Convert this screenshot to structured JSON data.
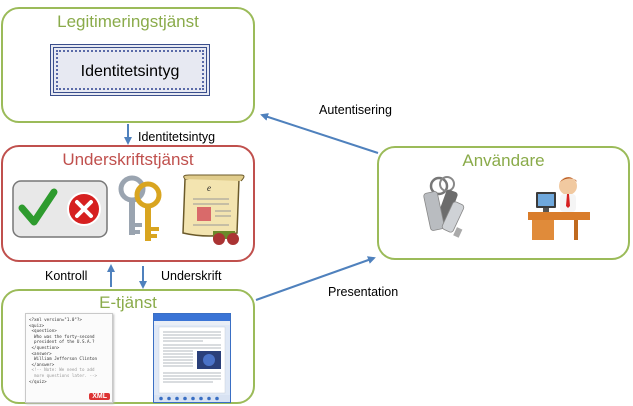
{
  "nodes": {
    "legitimering": {
      "title": "Legitimeringstjänst",
      "certificate_label": "Identitetsintyg"
    },
    "underskrift": {
      "title": "Underskriftstjänst"
    },
    "etjanst": {
      "title": "E-tjänst",
      "xml_lines": [
        "<?xml version=\"1.0\"?>",
        "<quiz>",
        " <question>",
        "  Who was the forty-second",
        "  president of the U.S.A.?",
        " </question>",
        " <answer>",
        "  William Jefferson Clinton",
        " </answer>",
        " <!-- Note: We need to add",
        "  more questions later. -->",
        "</quiz>"
      ],
      "xml_badge": "XML"
    },
    "anvandare": {
      "title": "Användare"
    }
  },
  "edges": {
    "identitetsintyg": "Identitetsintyg",
    "autentisering": "Autentisering",
    "kontroll": "Kontroll",
    "underskrift": "Underskrift",
    "presentation": "Presentation"
  },
  "colors": {
    "green_border": "#9bbb59",
    "green_title": "#8aab4a",
    "red_border": "#c0504d",
    "red_title": "#c0504d",
    "arrow": "#4f81bd"
  }
}
